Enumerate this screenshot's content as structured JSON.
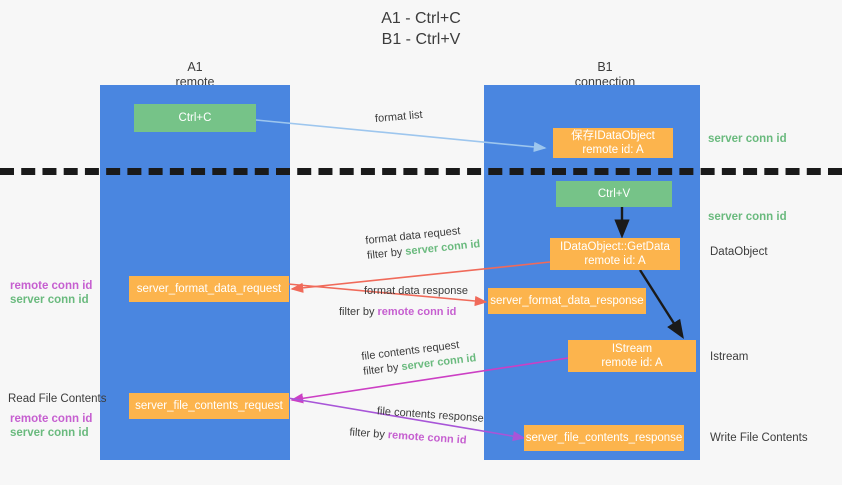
{
  "title": {
    "line1": "A1 - Ctrl+C",
    "line2": "B1 - Ctrl+V"
  },
  "columns": {
    "left": {
      "name": "A1",
      "role": "remote"
    },
    "right": {
      "name": "B1",
      "role": "connection"
    }
  },
  "nodes": {
    "ctrl_c": {
      "label": "Ctrl+C",
      "color": "#76c388"
    },
    "ctrl_v": {
      "label": "Ctrl+V",
      "color": "#76c388"
    },
    "idataobject": {
      "line1": "保存IDataObject",
      "line2": "remote id: A",
      "color": "#fcb44d"
    },
    "getdata": {
      "line1": "IDataObject::GetData",
      "line2": "remote id: A",
      "color": "#fcb44d"
    },
    "istream": {
      "line1": "IStream",
      "line2": "remote id: A",
      "color": "#fcb44d"
    },
    "format_data_request": {
      "label": "server_format_data_request",
      "color": "#fcb44d"
    },
    "format_data_response": {
      "label": "server_format_data_response",
      "color": "#fcb44d"
    },
    "file_contents_request": {
      "label": "server_file_contents_request",
      "color": "#fcb44d"
    },
    "file_contents_response": {
      "label": "server_file_contents_response",
      "color": "#fcb44d"
    }
  },
  "right_labels": {
    "server_conn_id_top": "server conn id",
    "server_conn_id_mid": "server conn id",
    "dataobject": "DataObject",
    "istream": "Istream",
    "write_file_contents": "Write File Contents"
  },
  "left_labels": {
    "remote_conn_id_1": "remote conn id",
    "server_conn_id_1": "server conn id",
    "read_file_contents": "Read File Contents",
    "remote_conn_id_2": "remote conn id",
    "server_conn_id_2": "server conn id"
  },
  "arrow_labels": {
    "format_list": "format list",
    "format_data_request": "format data request",
    "format_data_request_filter_prefix": "filter by ",
    "format_data_request_filter_value": "server conn id",
    "format_data_response": "format data response",
    "format_data_response_filter_prefix": "filter by ",
    "format_data_response_filter_value": "remote conn id",
    "file_contents_request": "file contents request",
    "file_contents_request_filter_prefix": "filter by ",
    "file_contents_request_filter_value": "server conn id",
    "file_contents_response": "file contents response",
    "file_contents_response_filter_prefix": "filter by ",
    "file_contents_response_filter_value": "remote conn id"
  },
  "colors": {
    "lane": "#4a86e0",
    "green": "#76c388",
    "orange": "#fcb44d",
    "green_text": "#6aba7e",
    "purple_text": "#c65fd0",
    "arrow_blue": "#9dc6ee",
    "arrow_red": "#f06a5a",
    "arrow_magenta": "#cc3fc4",
    "arrow_purple": "#a855d8",
    "arrow_dark": "#1a1a1a",
    "divider": "#1a1a1a",
    "background": "#f7f7f7"
  }
}
